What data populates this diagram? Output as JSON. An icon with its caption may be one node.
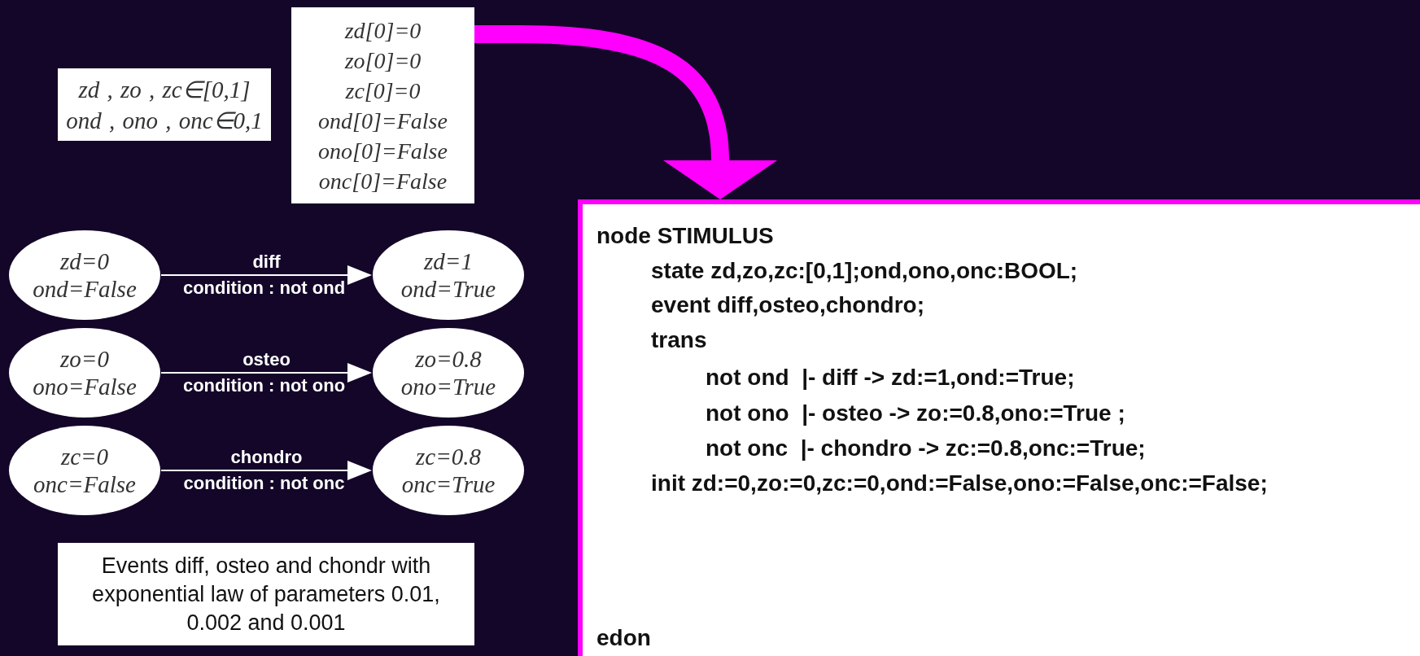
{
  "diagram": {
    "nodes": [
      {
        "text": [
          "zd , zo , zc∈[0,1]",
          "ond , ono , onc∈0,1"
        ]
      },
      {
        "text": [
          "zd[0]=0",
          "zo[0]=0",
          "zc[0]=0",
          "ond[0]=False",
          "ono[0]=False",
          "onc[0]=False"
        ]
      },
      {
        "text": [
          "zd=0",
          "ond=False"
        ]
      },
      {
        "text": [
          "zd=1",
          "ond=True"
        ]
      },
      {
        "text": [
          "zo=0",
          "ono=False"
        ]
      },
      {
        "text": [
          "zo=0.8",
          "ono=True"
        ]
      },
      {
        "text": [
          "zc=0",
          "onc=False"
        ]
      },
      {
        "text": [
          "zc=0.8",
          "onc=True"
        ]
      },
      {
        "text": [
          "Events diff, osteo and chondr with exponential law of parameters 0.01, 0.002 and 0.001"
        ]
      },
      {
        "text": [
          "node STIMULUS",
          "state zd,zo,zc:[0,1];ond,ono,onc:BOOL;",
          "event diff,osteo,chondro;",
          "trans",
          "not ond  |- diff -> zd:=1,ond:=True;",
          "not ono  |- osteo -> zo:=0.8,ono:=True ;",
          "not onc  |- chondro -> zc:=0.8,onc:=True;",
          "init zd:=0,zo:=0,zc:=0,ond:=False,ono:=False,onc:=False;",
          "edon"
        ]
      }
    ],
    "edges": [
      {
        "from": 2,
        "to": 3,
        "arrow": "to",
        "label": "diff"
      },
      {
        "from": 4,
        "to": 5,
        "arrow": "to",
        "label": "osteo"
      },
      {
        "from": 6,
        "to": 7,
        "arrow": "to",
        "label": "chondro"
      },
      {
        "from": 1,
        "to": 9,
        "arrow": "to",
        "style": "thick",
        "color": "#ff00ff"
      }
    ],
    "labels": [
      "condition : not ond",
      "condition : not ono",
      "condition : not onc"
    ]
  }
}
